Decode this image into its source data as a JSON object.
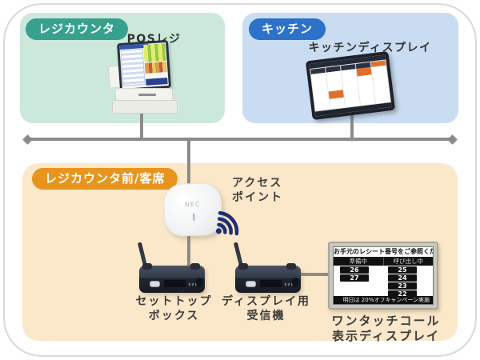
{
  "zones": {
    "register": {
      "badge": "レジカウンタ",
      "device_label": "POSレジ"
    },
    "kitchen": {
      "badge": "キッチン",
      "device_label": "キッチンディスプレイ"
    },
    "front": {
      "badge": "レジカウンタ前/客席",
      "access_point_label": "アクセス\nポイント",
      "settop_label": "セットトップ\nボックス",
      "receiver_label": "ディスプレイ用\n受信機",
      "call_display_label": "ワンタッチコール\n表示ディスプレイ"
    }
  },
  "devices": {
    "access_point_brand": "NEC"
  },
  "call_display": {
    "header": "お手元のレシート番号をご参照ください",
    "columns": {
      "preparing": "準備中",
      "calling": "呼び出し中"
    },
    "preparing_numbers": [
      "26",
      "27"
    ],
    "calling_numbers": [
      "25",
      "24",
      "23",
      "22"
    ],
    "footer": "明日は 20%オフキャンペーン実施"
  },
  "icons": {
    "wifi": "wifi-signal-icon"
  },
  "colors": {
    "register_zone_bg": "#cbe8db",
    "register_badge": "#38a18e",
    "kitchen_zone_bg": "#c9dcf1",
    "kitchen_badge": "#2d72c9",
    "front_zone_bg": "#fbe7c9",
    "front_badge": "#e8951d",
    "connector_gray": "#8b8b8b",
    "wifi_icon_navy": "#1d2f73"
  }
}
